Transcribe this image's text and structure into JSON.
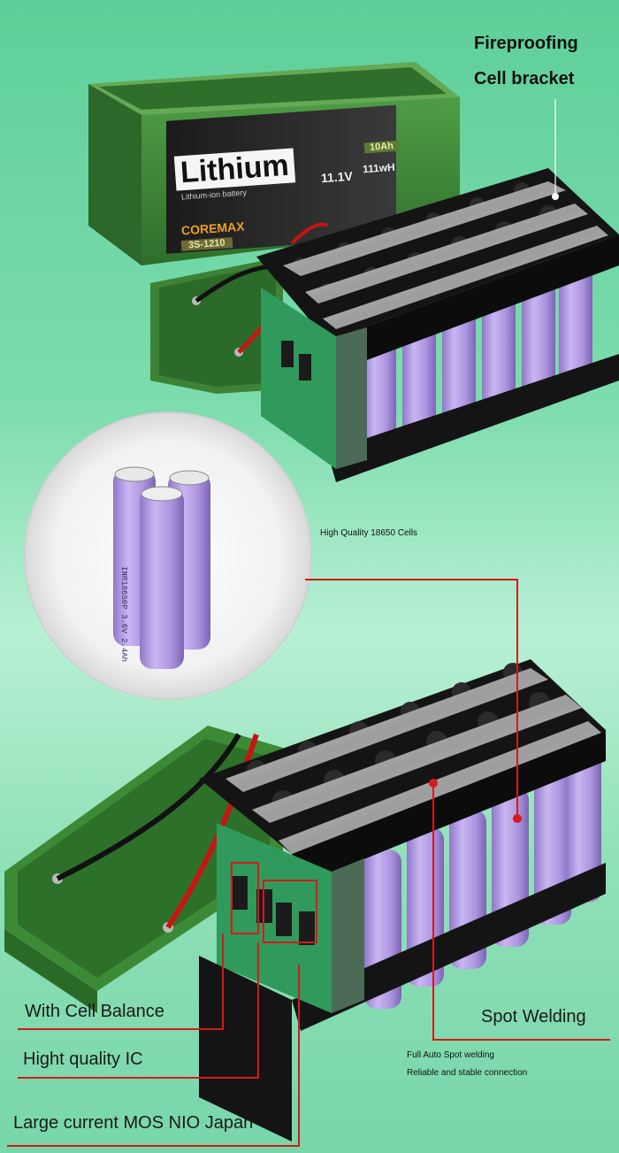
{
  "header": {
    "line1": "Fireproofing",
    "line2": "Cell bracket"
  },
  "battery_label": {
    "brand": "Lithium",
    "sub": "Lithium-ion battery",
    "company": "COREMAX",
    "model": "3S-1210",
    "capacity": "10Ah",
    "voltage": "11.1V",
    "energy": "111wH"
  },
  "cell_print": "INR18650P 3.6V 2.4Ah",
  "callouts": {
    "cells": "High Quality 18650 Cells",
    "balance": "With Cell Balance",
    "ic": "Hight quality IC",
    "mos": "Large current MOS NIO Japan",
    "welding": "Spot Welding",
    "welding_note1": "Full Auto Spot welding",
    "welding_note2": "Reliable and stable connection"
  },
  "colors": {
    "background": "#7ddcae",
    "case_green": "#3f8a3a",
    "cell_purple": "#b9a3e3",
    "bracket_black": "#141414",
    "pcb_green": "#2f9a5b",
    "callout_red": "#d41a1a"
  }
}
